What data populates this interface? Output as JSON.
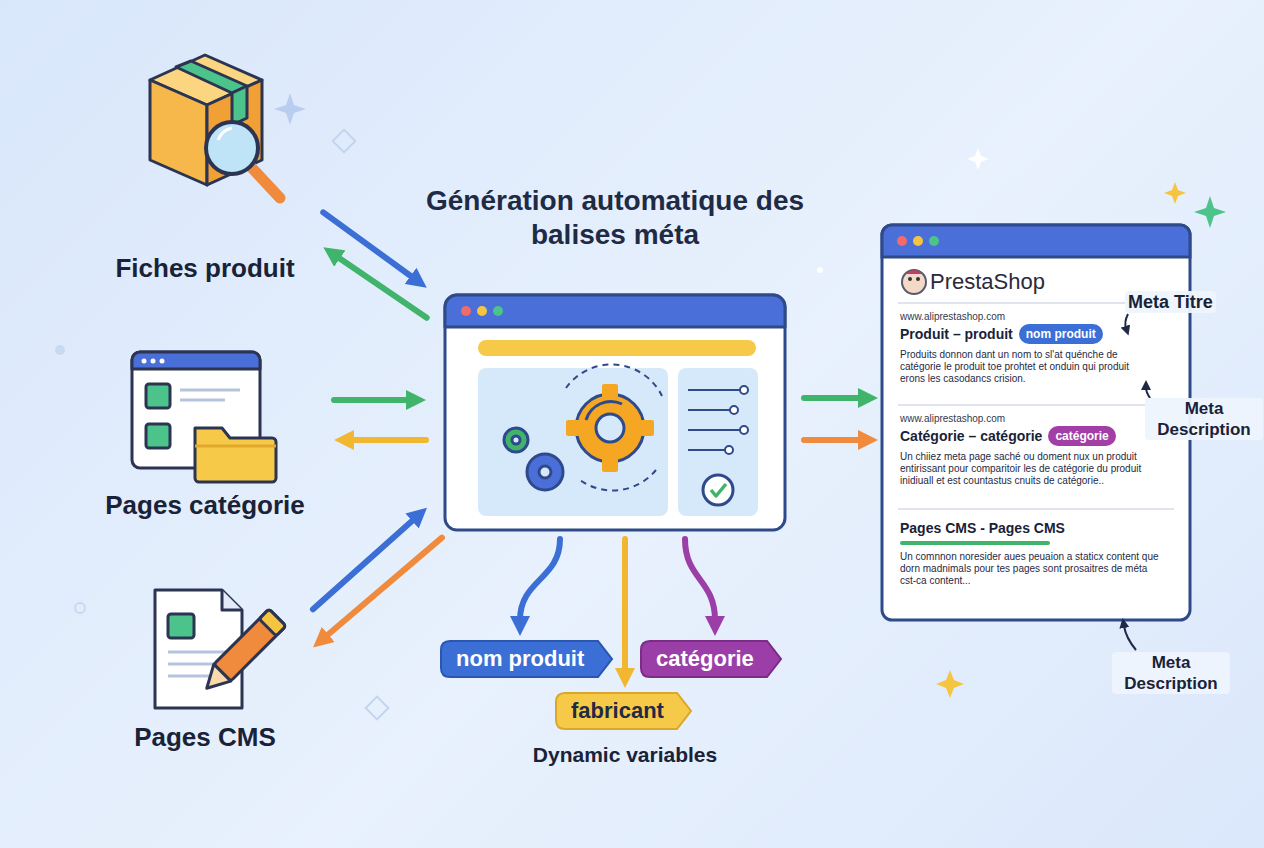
{
  "diagram": {
    "nodes": [
      {
        "text": [
          "Fiches produit"
        ]
      },
      {
        "text": [
          "Génération automatique des balises méta"
        ]
      },
      {
        "text": [
          "PrestaShop",
          "www.aliprestashop.com",
          "Produit – produit",
          "Produits donnon dant un nom to sl'at quénche de catégorie le produit toe prohtet et onduin qui produit erons les casodancs crision.",
          "www.aliprestashop.com",
          "Catégorie – catégorie",
          "Un chiiez meta page saché ou doment nux un produit entirissant pour comparitoir les de catégorie du produit inidiuall et est countastus cnuits de catégorie..",
          "Pages CMS - Pages CMS",
          "Un comnnon noresider aues peuaion a staticx content que dorn madnimals pour tes pages sont prosaitres de méta cst-ca content..."
        ]
      },
      {
        "text": [
          "nom produit"
        ],
        "in": 2
      },
      {
        "text": [
          "catégorie"
        ],
        "in": 2
      },
      {
        "text": [
          "Pages catégorie"
        ]
      },
      {
        "text": [
          "Pages CMS"
        ]
      },
      {
        "text": [
          "nom produit"
        ]
      },
      {
        "text": [
          "catégorie"
        ]
      },
      {
        "text": [
          "fabricant"
        ]
      }
    ],
    "edges": [
      {
        "from": 0,
        "to": 1,
        "arrow": "to"
      },
      {
        "from": 1,
        "to": 0,
        "arrow": "to"
      },
      {
        "from": 5,
        "to": 1,
        "arrow": "to"
      },
      {
        "from": 1,
        "to": 5,
        "arrow": "to"
      },
      {
        "from": 6,
        "to": 1,
        "arrow": "to"
      },
      {
        "from": 1,
        "to": 6,
        "arrow": "to"
      },
      {
        "from": 1,
        "to": 2,
        "arrow": "to"
      },
      {
        "from": 1,
        "to": 2,
        "arrow": "to"
      },
      {
        "from": 1,
        "to": 7,
        "arrow": "to"
      },
      {
        "from": 1,
        "to": 9,
        "arrow": "to"
      },
      {
        "from": 1,
        "to": 8,
        "arrow": "to"
      }
    ],
    "labels": [
      "Meta Titre",
      "Meta Description",
      "Meta Description",
      "Dynamic variables"
    ]
  }
}
